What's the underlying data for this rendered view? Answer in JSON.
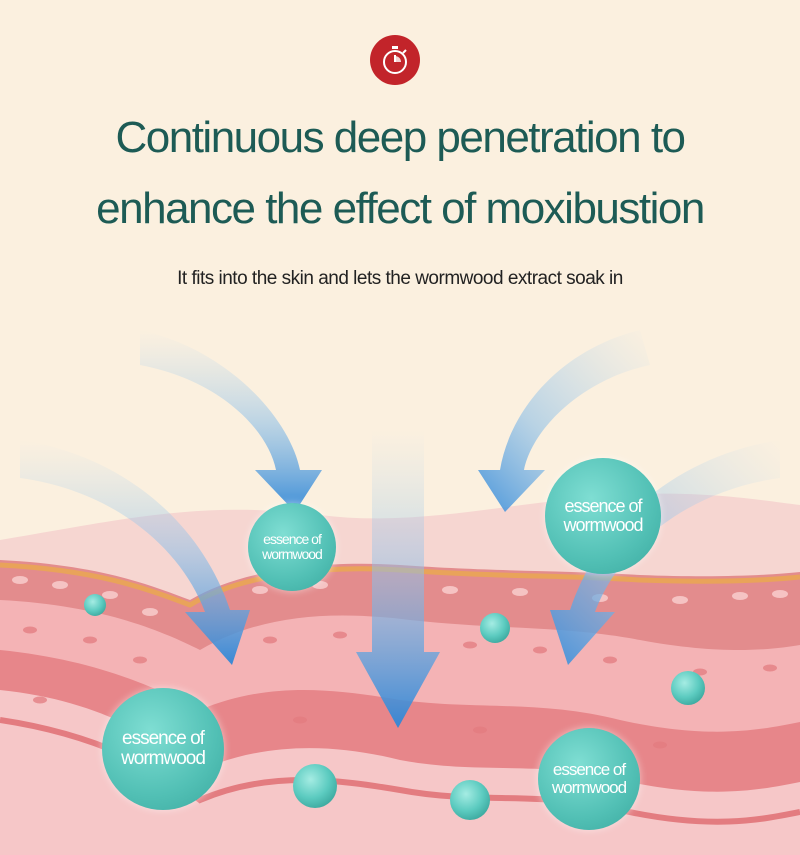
{
  "icon": "timer-icon",
  "headline": {
    "line1": "Continuous deep penetration to",
    "line2": "enhance the effect of moxibustion"
  },
  "subline": "It fits into the skin and lets the wormwood extract soak in",
  "labels": {
    "essence_1": "essence of wormwood",
    "essence_2": "essence of wormwood",
    "essence_3": "essence of wormwood",
    "essence_4": "essence of wormwood"
  },
  "colors": {
    "background": "#fbf0df",
    "headline": "#1d5b55",
    "badge": "#c2242a",
    "bubble": "#52c0b5",
    "arrow": "#4a90d9",
    "skin": "#e98a8e"
  }
}
